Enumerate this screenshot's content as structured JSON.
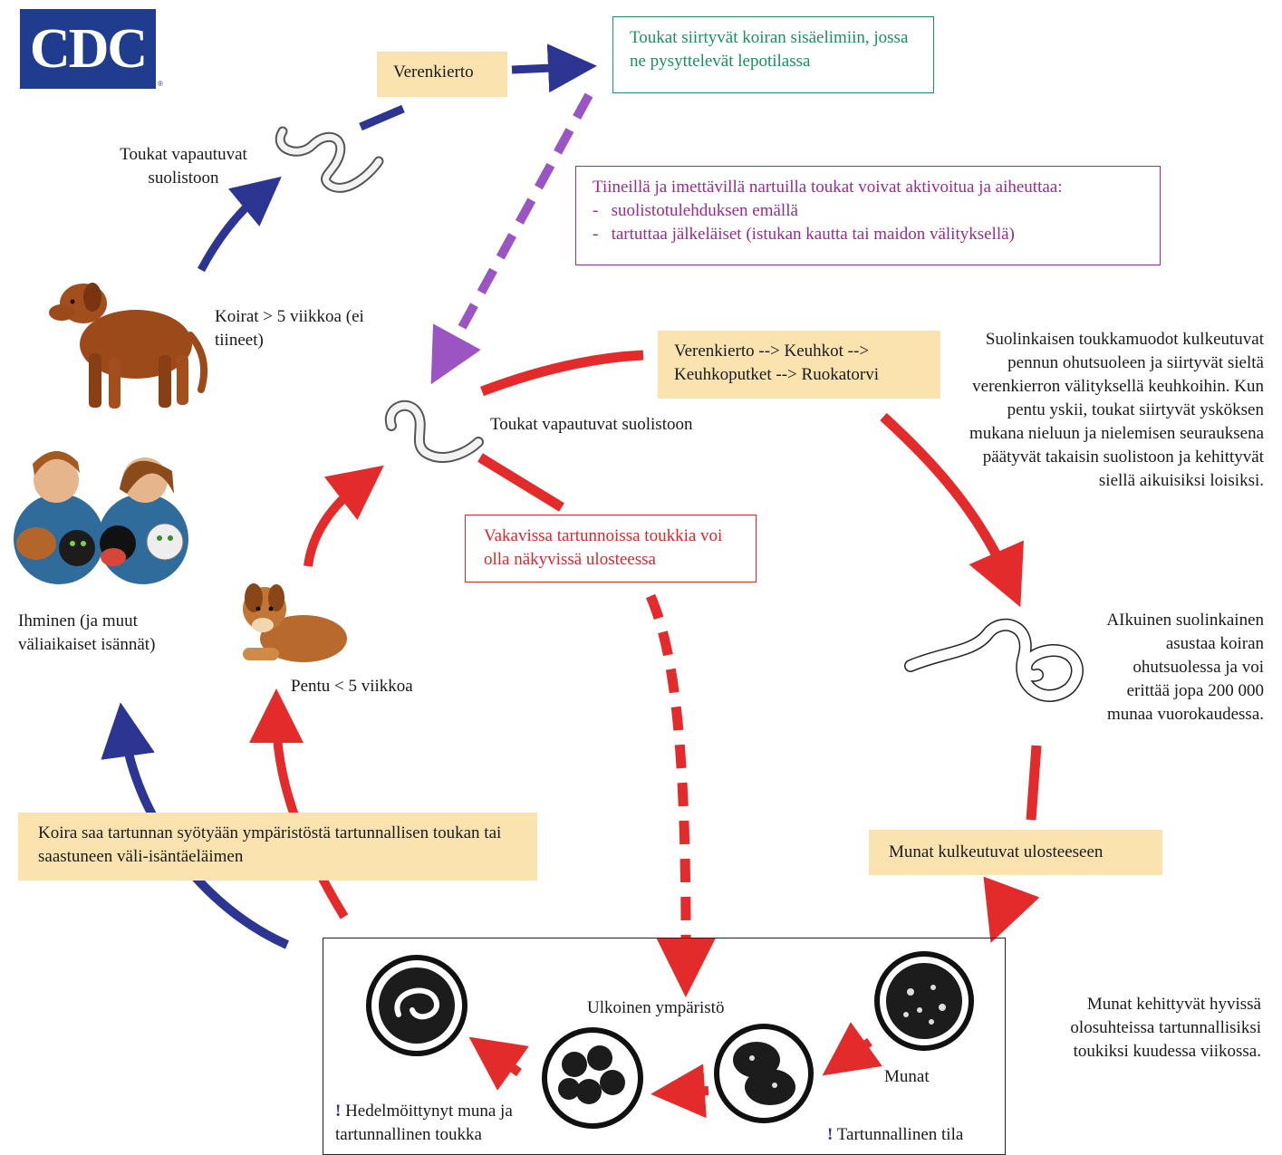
{
  "logo": {
    "text": "CDC",
    "trademark": "®"
  },
  "labels": {
    "verenkierto": "Verenkierto",
    "green_box": "Toukat siirtyvät koiran sisäelimiin, jossa ne pysyttelevät lepotilassa",
    "purple_box": {
      "title": "Tiineillä ja imettävillä nartuilla toukat voivat aktivoitua ja aiheuttaa:",
      "items": [
        "suolistotulehduksen emällä",
        "tartuttaa jälkeläiset (istukan kautta tai maidon välityksellä)"
      ]
    },
    "toukat_top": "Toukat vapautuvat suolistoon",
    "koirat": "Koirat > 5 viikkoa (ei tiineet)",
    "route_box": "Verenkierto --> Keuhkot --> Keuhkoputket --> Ruokatorvi",
    "toukat_middle": "Toukat vapautuvat suolistoon",
    "right_paragraph": "Suolinkaisen toukkamuodot kulkeutuvat pennun ohutsuoleen ja siirtyvät sieltä verenkierron välityksellä keuhkoihin. Kun pentu yskii, toukat siirtyvät ysköksen mukana nieluun ja nielemisen seurauksena päätyvät takaisin suolistoon ja kehittyvät siellä aikuisiksi loisiksi.",
    "red_box": "Vakavissa tartunnoissa toukkia voi olla näkyvissä ulosteessa",
    "ihminen": "Ihminen (ja muut väliaikaiset isännät)",
    "pentu": "Pentu < 5 viikkoa",
    "adult_worm": "AIkuinen suolinkainen asustaa koiran ohutsuolessa ja voi erittää jopa 200 000 munaa vuorokaudessa.",
    "koira_box": "Koira saa tartunnan syötyään ympäristöstä tartunnallisen toukan tai saastuneen väli-isäntäeläimen",
    "munat_box": "Munat kulkeutuvat ulosteeseen",
    "ulkoinen": "Ulkoinen ympäristö",
    "munat": "Munat",
    "munat_kehittyvat": "Munat kehittyvät hyvissä olosuhteissa tartunnallisiksi toukiksi kuudessa viikossa.",
    "hedelmoittynyt": "Hedelmöittynyt muna ja tartunnallinen toukka",
    "tartunnallinen_tila": "Tartunnallinen tila",
    "exclaim": "!"
  },
  "colors": {
    "blue_arrow": "#2c3592",
    "red_arrow": "#e42b2b",
    "purple_arrow": "#9b55c3",
    "yellow_box": "#fbe3b0",
    "green_text": "#1a8f5e",
    "purple_text": "#9b2a90",
    "red_text": "#d52b2b"
  }
}
